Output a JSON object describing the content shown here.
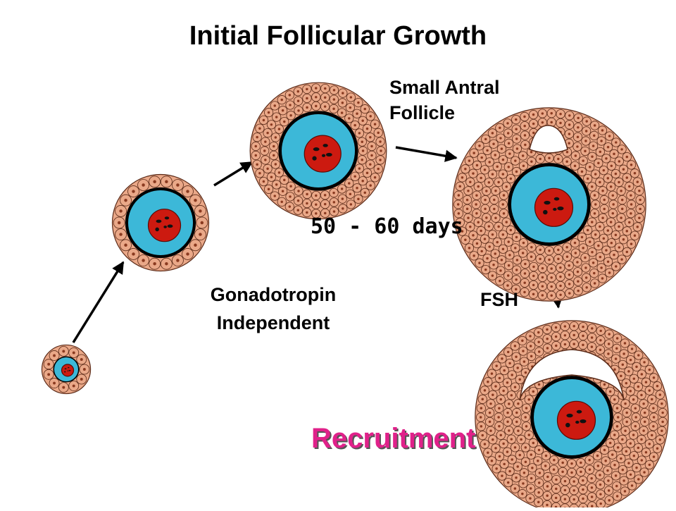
{
  "title": "Initial Follicular Growth",
  "labels": {
    "small_antral_line1": "Small Antral",
    "small_antral_line2": "Follicle",
    "duration": "50 - 60 days",
    "gonadotropin_line1": "Gonadotropin",
    "gonadotropin_line2": "Independent",
    "hormone": "FSH",
    "stage_name": "Recruitment"
  },
  "colors": {
    "oocyte": "#3cb8d8",
    "nucleus": "#cc1a10",
    "granulosa": "#eaa888",
    "theca": "#1f8a1f",
    "recruitment_text": "#e0218a"
  },
  "stages": [
    {
      "name": "primordial-follicle",
      "granulosa_layers": 1,
      "theca": false,
      "antrum": false
    },
    {
      "name": "primary-follicle",
      "granulosa_layers": 1,
      "theca": false,
      "antrum": false
    },
    {
      "name": "secondary-follicle",
      "granulosa_layers": 3,
      "theca": false,
      "antrum": false
    },
    {
      "name": "small-antral-follicle",
      "granulosa_layers": 6,
      "theca": true,
      "antrum": true
    },
    {
      "name": "recruited-follicle",
      "granulosa_layers": 6,
      "theca": true,
      "antrum": true
    }
  ]
}
